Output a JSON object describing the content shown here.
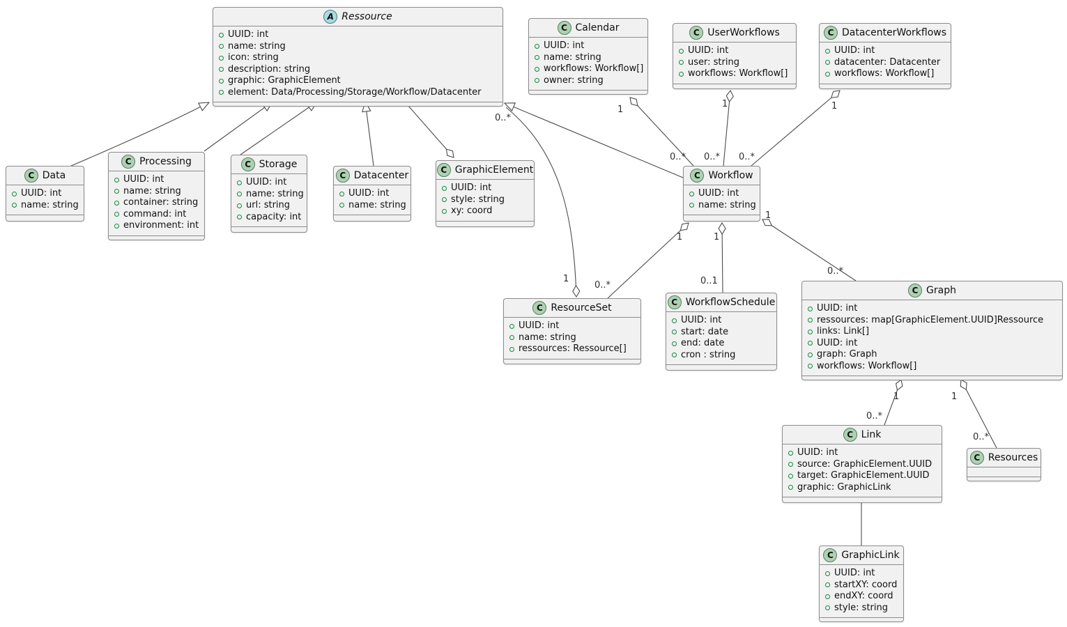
{
  "diagram": {
    "colors": {
      "background": "#ffffff",
      "box_fill": "#f1f1f1",
      "box_border": "#8c8c8c",
      "line": "#4a4a4a",
      "class_icon_fill": "#ADD1B2",
      "abstract_icon_fill": "#A9DCDF",
      "field_marker": "#0f8a3d"
    },
    "classes": [
      {
        "id": "ressource",
        "stereotype": "abstract",
        "icon_letter": "A",
        "name": "Ressource",
        "attributes": [
          "UUID: int",
          "name: string",
          "icon: string",
          "description: string",
          "graphic: GraphicElement",
          "element: Data/Processing/Storage/Workflow/Datacenter"
        ]
      },
      {
        "id": "data",
        "stereotype": "class",
        "icon_letter": "C",
        "name": "Data",
        "attributes": [
          "UUID: int",
          "name: string"
        ]
      },
      {
        "id": "processing",
        "stereotype": "class",
        "icon_letter": "C",
        "name": "Processing",
        "attributes": [
          "UUID: int",
          "name: string",
          "container: string",
          "command: int",
          "environment: int"
        ]
      },
      {
        "id": "storage",
        "stereotype": "class",
        "icon_letter": "C",
        "name": "Storage",
        "attributes": [
          "UUID: int",
          "name: string",
          "url: string",
          "capacity: int"
        ]
      },
      {
        "id": "datacenter",
        "stereotype": "class",
        "icon_letter": "C",
        "name": "Datacenter",
        "attributes": [
          "UUID: int",
          "name: string"
        ]
      },
      {
        "id": "graphicelement",
        "stereotype": "class",
        "icon_letter": "C",
        "name": "GraphicElement",
        "attributes": [
          "UUID: int",
          "style: string",
          "xy: coord"
        ]
      },
      {
        "id": "calendar",
        "stereotype": "class",
        "icon_letter": "C",
        "name": "Calendar",
        "attributes": [
          "UUID: int",
          "name: string",
          "workflows: Workflow[]",
          "owner: string"
        ]
      },
      {
        "id": "userworkflows",
        "stereotype": "class",
        "icon_letter": "C",
        "name": "UserWorkflows",
        "attributes": [
          "UUID: int",
          "user: string",
          "workflows: Workflow[]"
        ]
      },
      {
        "id": "datacenterworkflows",
        "stereotype": "class",
        "icon_letter": "C",
        "name": "DatacenterWorkflows",
        "attributes": [
          "UUID: int",
          "datacenter: Datacenter",
          "workflows: Workflow[]"
        ]
      },
      {
        "id": "workflow",
        "stereotype": "class",
        "icon_letter": "C",
        "name": "Workflow",
        "attributes": [
          "UUID: int",
          "name: string"
        ]
      },
      {
        "id": "resourceset",
        "stereotype": "class",
        "icon_letter": "C",
        "name": "ResourceSet",
        "attributes": [
          "UUID: int",
          "name: string",
          "ressources: Ressource[]"
        ]
      },
      {
        "id": "workflowschedule",
        "stereotype": "class",
        "icon_letter": "C",
        "name": "WorkflowSchedule",
        "attributes": [
          "UUID: int",
          "start: date",
          "end: date",
          "cron : string"
        ]
      },
      {
        "id": "graph",
        "stereotype": "class",
        "icon_letter": "C",
        "name": "Graph",
        "attributes": [
          "UUID: int",
          "ressources: map[GraphicElement.UUID]Ressource",
          "links: Link[]",
          "UUID: int",
          "graph: Graph",
          "workflows: Workflow[]"
        ]
      },
      {
        "id": "link",
        "stereotype": "class",
        "icon_letter": "C",
        "name": "Link",
        "attributes": [
          "UUID: int",
          "source: GraphicElement.UUID",
          "target: GraphicElement.UUID",
          "graphic: GraphicLink"
        ]
      },
      {
        "id": "resources",
        "stereotype": "class",
        "icon_letter": "C",
        "name": "Resources",
        "attributes": []
      },
      {
        "id": "graphiclink",
        "stereotype": "class",
        "icon_letter": "C",
        "name": "GraphicLink",
        "attributes": [
          "UUID: int",
          "startXY: coord",
          "endXY: coord",
          "style: string"
        ]
      }
    ],
    "relations": [
      {
        "id": "data-ressource",
        "type": "inheritance",
        "from": "Data",
        "to": "Ressource"
      },
      {
        "id": "processing-ressource",
        "type": "inheritance",
        "from": "Processing",
        "to": "Ressource"
      },
      {
        "id": "storage-ressource",
        "type": "inheritance",
        "from": "Storage",
        "to": "Ressource"
      },
      {
        "id": "datacenter-ressource",
        "type": "inheritance",
        "from": "Datacenter",
        "to": "Ressource"
      },
      {
        "id": "workflow-ressource",
        "type": "inheritance",
        "from": "Workflow",
        "to": "Ressource"
      },
      {
        "id": "ressource-graphicelement",
        "type": "aggregation",
        "whole": "GraphicElement",
        "part": "Ressource"
      },
      {
        "id": "calendar-workflow",
        "type": "aggregation",
        "whole": "Calendar",
        "part": "Workflow",
        "whole_label": "1",
        "part_label": "0..*"
      },
      {
        "id": "userworkflows-workflow",
        "type": "aggregation",
        "whole": "UserWorkflows",
        "part": "Workflow",
        "whole_label": "1",
        "part_label": "0..*"
      },
      {
        "id": "datacenterworkflows-workflow",
        "type": "aggregation",
        "whole": "DatacenterWorkflows",
        "part": "Workflow",
        "whole_label": "1",
        "part_label": "0..*"
      },
      {
        "id": "workflow-resourceset",
        "type": "aggregation",
        "whole": "Workflow",
        "part": "ResourceSet",
        "whole_label": "1",
        "part_label": "0..*"
      },
      {
        "id": "workflow-workflowschedule",
        "type": "aggregation",
        "whole": "Workflow",
        "part": "WorkflowSchedule",
        "whole_label": "1",
        "part_label": "0..1"
      },
      {
        "id": "workflow-graph",
        "type": "aggregation",
        "whole": "Workflow",
        "part": "Graph",
        "whole_label": "1",
        "part_label": "0..*"
      },
      {
        "id": "resourceset-ressource",
        "type": "aggregation",
        "whole": "ResourceSet",
        "part": "Ressource",
        "whole_label": "1",
        "part_label": "0..*"
      },
      {
        "id": "graph-link",
        "type": "aggregation",
        "whole": "Graph",
        "part": "Link",
        "whole_label": "1",
        "part_label": "0..*"
      },
      {
        "id": "graph-resources",
        "type": "aggregation",
        "whole": "Graph",
        "part": "Resources",
        "whole_label": "1",
        "part_label": "0..*"
      },
      {
        "id": "link-graphiclink",
        "type": "association",
        "from": "Link",
        "to": "GraphicLink"
      }
    ]
  }
}
